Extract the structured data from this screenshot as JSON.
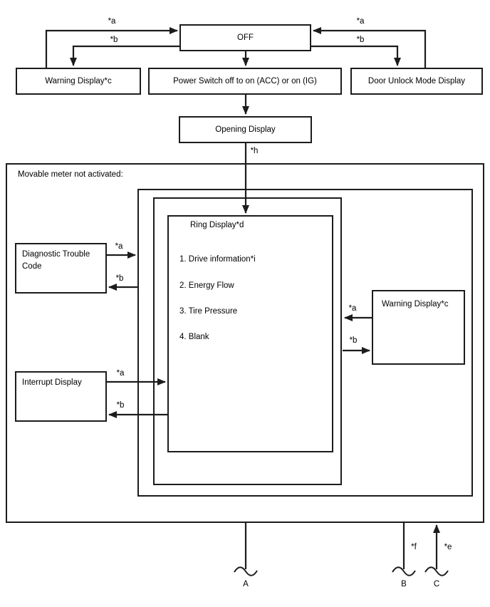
{
  "nodes": {
    "off": "OFF",
    "warning_top": "Warning Display*c",
    "power_switch": "Power Switch off to on (ACC) or on (IG)",
    "door_unlock": "Door Unlock Mode Display",
    "opening": "Opening Display",
    "dtc": "Diagnostic Trouble Code",
    "interrupt": "Interrupt Display",
    "warning_right": "Warning Display*c"
  },
  "container": {
    "label": "Movable meter not activated:"
  },
  "ring": {
    "title": "Ring Display*d",
    "items": [
      "1. Drive information*i",
      "2. Energy Flow",
      "3. Tire Pressure",
      "4. Blank"
    ]
  },
  "edge_labels": {
    "a": "*a",
    "b": "*b",
    "e": "*e",
    "f": "*f",
    "h": "*h"
  },
  "connectors": {
    "a": "A",
    "b": "B",
    "c": "C"
  },
  "colors": {
    "line": "#1c1c1c",
    "background": "#ffffff"
  }
}
